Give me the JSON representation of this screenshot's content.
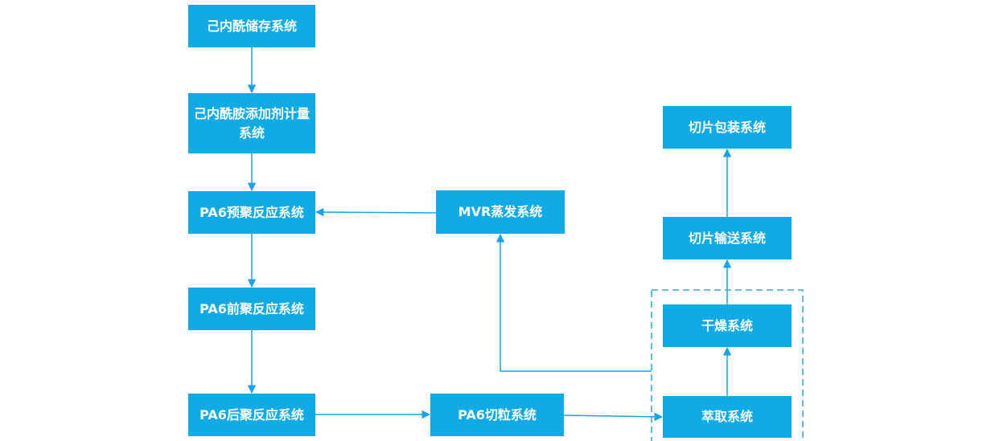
{
  "boxes": {
    "storage": "己内酰储存系统",
    "additive": "己内酰胺添加剂计量系统",
    "pre_poly": "PA6预聚反应系统",
    "front_poly": "PA6前聚反应系统",
    "post_poly": "PA6后聚反应系统",
    "mvr": "MVR蒸发系统",
    "cutting": "PA6切粒系统",
    "extraction": "萃取系统",
    "drying": "干燥系统",
    "transport": "切片输送系统",
    "packing": "切片包装系统"
  },
  "colors": {
    "box_fill": "#10abe6",
    "box_text": "#ffffff",
    "line": "#1aa3e8",
    "dashed_border": "#2aa8e6"
  }
}
